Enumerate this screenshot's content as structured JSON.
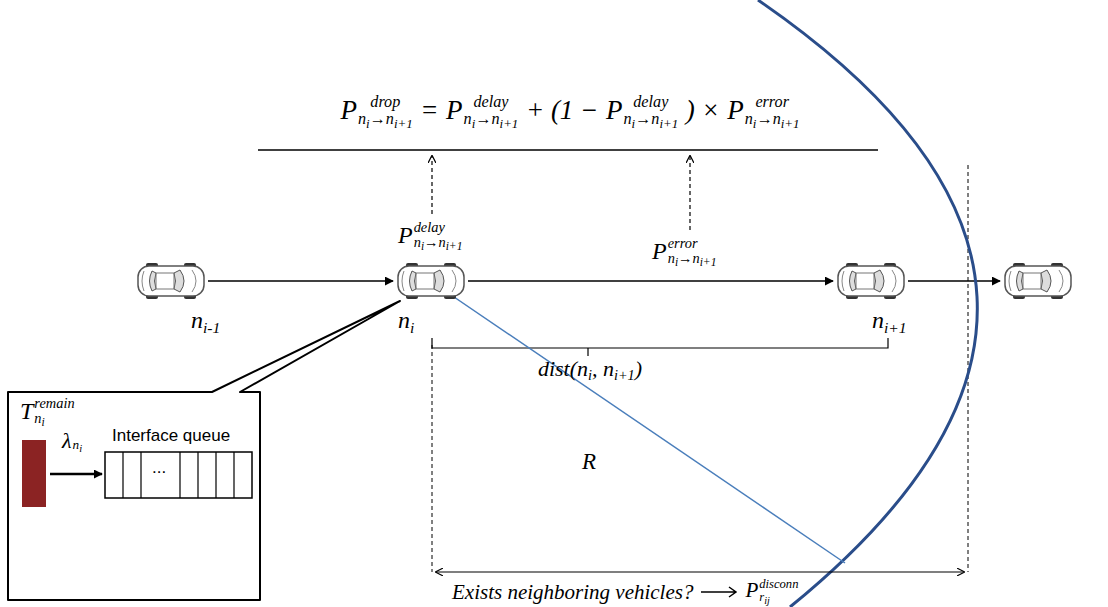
{
  "diagram": {
    "nodes": [
      {
        "text": [
          "n",
          "i-1"
        ]
      },
      {
        "text": [
          "n",
          "i"
        ]
      },
      {
        "text": [
          "n",
          "i+1"
        ]
      },
      {
        "text": [
          "T",
          "remain",
          "n",
          "i",
          "λ",
          "n",
          "i",
          "Interface queue",
          "..."
        ]
      }
    ],
    "edges": [
      {
        "from": 0,
        "to": 1,
        "arrow": "to"
      },
      {
        "from": 1,
        "to": 2,
        "arrow": "to"
      }
    ],
    "labels": [
      "P",
      "drop",
      "n",
      "i",
      "→n",
      "i+1",
      "=",
      "P",
      "delay",
      "n",
      "i",
      "→n",
      "i+1",
      "+ (1 −",
      "P",
      "delay",
      "n",
      "i",
      "→n",
      "i+1",
      ") ×",
      "P",
      "error",
      "n",
      "i",
      "→n",
      "i+1",
      "P",
      "delay",
      "n",
      "i",
      "→n",
      "i+1",
      "P",
      "error",
      "n",
      "i",
      "→n",
      "i+1",
      "dist(n",
      "i",
      ", n",
      "i+1",
      ")",
      "R",
      "Exists neighboring vehicles?",
      "P",
      "disconn",
      "r",
      "ij"
    ]
  }
}
